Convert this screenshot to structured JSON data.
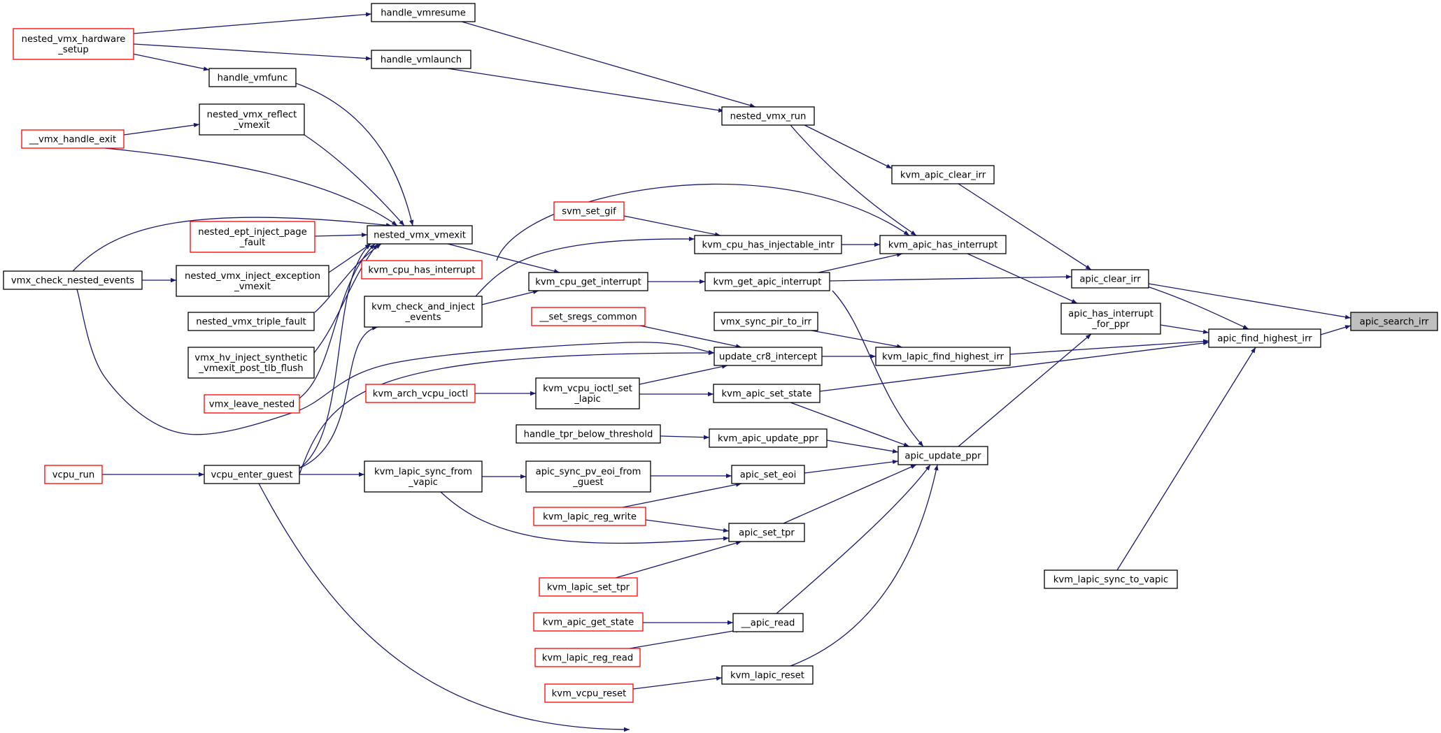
{
  "graph": {
    "edge_color": "#191970",
    "external_node_border": "#ff0000",
    "focus_node_fill": "#bfbfbf",
    "nodes": [
      {
        "id": "apic_search_irr",
        "lines": [
          "apic_search_irr"
        ],
        "style": "focus"
      },
      {
        "id": "apic_find_highest_irr",
        "lines": [
          "apic_find_highest_irr"
        ],
        "style": "normal"
      },
      {
        "id": "apic_clear_irr",
        "lines": [
          "apic_clear_irr"
        ],
        "style": "normal"
      },
      {
        "id": "apic_has_interrupt_for_ppr",
        "lines": [
          "apic_has_interrupt",
          "_for_ppr"
        ],
        "style": "normal"
      },
      {
        "id": "kvm_lapic_find_highest_irr",
        "lines": [
          "kvm_lapic_find_highest_irr"
        ],
        "style": "normal"
      },
      {
        "id": "kvm_apic_set_state",
        "lines": [
          "kvm_apic_set_state"
        ],
        "style": "normal"
      },
      {
        "id": "kvm_lapic_sync_to_vapic",
        "lines": [
          "kvm_lapic_sync_to_vapic"
        ],
        "style": "normal"
      },
      {
        "id": "kvm_apic_clear_irr",
        "lines": [
          "kvm_apic_clear_irr"
        ],
        "style": "normal"
      },
      {
        "id": "kvm_apic_has_interrupt",
        "lines": [
          "kvm_apic_has_interrupt"
        ],
        "style": "normal"
      },
      {
        "id": "kvm_get_apic_interrupt",
        "lines": [
          "kvm_get_apic_interrupt"
        ],
        "style": "normal"
      },
      {
        "id": "apic_update_ppr",
        "lines": [
          "apic_update_ppr"
        ],
        "style": "normal"
      },
      {
        "id": "nested_vmx_run",
        "lines": [
          "nested_vmx_run"
        ],
        "style": "normal"
      },
      {
        "id": "kvm_cpu_has_injectable_intr",
        "lines": [
          "kvm_cpu_has_injectable_intr"
        ],
        "style": "normal"
      },
      {
        "id": "kvm_cpu_get_interrupt",
        "lines": [
          "kvm_cpu_get_interrupt"
        ],
        "style": "normal"
      },
      {
        "id": "vmx_sync_pir_to_irr",
        "lines": [
          "vmx_sync_pir_to_irr"
        ],
        "style": "normal"
      },
      {
        "id": "update_cr8_intercept",
        "lines": [
          "update_cr8_intercept"
        ],
        "style": "normal"
      },
      {
        "id": "kvm_vcpu_ioctl_set_lapic",
        "lines": [
          "kvm_vcpu_ioctl_set",
          "_lapic"
        ],
        "style": "normal"
      },
      {
        "id": "kvm_apic_update_ppr",
        "lines": [
          "kvm_apic_update_ppr"
        ],
        "style": "normal"
      },
      {
        "id": "apic_set_eoi",
        "lines": [
          "apic_set_eoi"
        ],
        "style": "normal"
      },
      {
        "id": "apic_set_tpr",
        "lines": [
          "apic_set_tpr"
        ],
        "style": "normal"
      },
      {
        "id": "__apic_read",
        "lines": [
          "__apic_read"
        ],
        "style": "normal"
      },
      {
        "id": "kvm_lapic_reset",
        "lines": [
          "kvm_lapic_reset"
        ],
        "style": "normal"
      },
      {
        "id": "handle_vmresume",
        "lines": [
          "handle_vmresume"
        ],
        "style": "normal"
      },
      {
        "id": "handle_vmlaunch",
        "lines": [
          "handle_vmlaunch"
        ],
        "style": "normal"
      },
      {
        "id": "svm_set_gif",
        "lines": [
          "svm_set_gif"
        ],
        "style": "external"
      },
      {
        "id": "nested_vmx_vmexit",
        "lines": [
          "nested_vmx_vmexit"
        ],
        "style": "normal"
      },
      {
        "id": "kvm_cpu_has_interrupt",
        "lines": [
          "kvm_cpu_has_interrupt"
        ],
        "style": "external"
      },
      {
        "id": "kvm_check_and_inject_events",
        "lines": [
          "kvm_check_and_inject",
          "_events"
        ],
        "style": "normal"
      },
      {
        "id": "__set_sregs_common",
        "lines": [
          "__set_sregs_common"
        ],
        "style": "external"
      },
      {
        "id": "kvm_arch_vcpu_ioctl",
        "lines": [
          "kvm_arch_vcpu_ioctl"
        ],
        "style": "external"
      },
      {
        "id": "handle_tpr_below_threshold",
        "lines": [
          "handle_tpr_below_threshold"
        ],
        "style": "normal"
      },
      {
        "id": "apic_sync_pv_eoi_from_guest",
        "lines": [
          "apic_sync_pv_eoi_from",
          "_guest"
        ],
        "style": "normal"
      },
      {
        "id": "kvm_lapic_reg_write",
        "lines": [
          "kvm_lapic_reg_write"
        ],
        "style": "external"
      },
      {
        "id": "kvm_lapic_set_tpr",
        "lines": [
          "kvm_lapic_set_tpr"
        ],
        "style": "external"
      },
      {
        "id": "kvm_apic_get_state",
        "lines": [
          "kvm_apic_get_state"
        ],
        "style": "external"
      },
      {
        "id": "kvm_lapic_reg_read",
        "lines": [
          "kvm_lapic_reg_read"
        ],
        "style": "external"
      },
      {
        "id": "kvm_vcpu_reset",
        "lines": [
          "kvm_vcpu_reset"
        ],
        "style": "external"
      },
      {
        "id": "kvm_lapic_sync_from_vapic",
        "lines": [
          "kvm_lapic_sync_from",
          "_vapic"
        ],
        "style": "normal"
      },
      {
        "id": "nested_vmx_hardware_setup",
        "lines": [
          "nested_vmx_hardware",
          "_setup"
        ],
        "style": "external"
      },
      {
        "id": "handle_vmfunc",
        "lines": [
          "handle_vmfunc"
        ],
        "style": "normal"
      },
      {
        "id": "nested_vmx_reflect_vmexit",
        "lines": [
          "nested_vmx_reflect",
          "_vmexit"
        ],
        "style": "normal"
      },
      {
        "id": "nested_ept_inject_page_fault",
        "lines": [
          "nested_ept_inject_page",
          "_fault"
        ],
        "style": "external"
      },
      {
        "id": "nested_vmx_inject_exception_vmexit",
        "lines": [
          "nested_vmx_inject_exception",
          "_vmexit"
        ],
        "style": "normal"
      },
      {
        "id": "nested_vmx_triple_fault",
        "lines": [
          "nested_vmx_triple_fault"
        ],
        "style": "normal"
      },
      {
        "id": "vmx_hv_inject_synthetic_vmexit_post_tlb_flush",
        "lines": [
          "vmx_hv_inject_synthetic",
          "_vmexit_post_tlb_flush"
        ],
        "style": "normal"
      },
      {
        "id": "vmx_leave_nested",
        "lines": [
          "vmx_leave_nested"
        ],
        "style": "external"
      },
      {
        "id": "vcpu_enter_guest",
        "lines": [
          "vcpu_enter_guest"
        ],
        "style": "normal"
      },
      {
        "id": "__vmx_handle_exit",
        "lines": [
          "__vmx_handle_exit"
        ],
        "style": "external"
      },
      {
        "id": "vmx_check_nested_events",
        "lines": [
          "vmx_check_nested_events"
        ],
        "style": "normal"
      },
      {
        "id": "vcpu_run",
        "lines": [
          "vcpu_run"
        ],
        "style": "external"
      }
    ],
    "edges": [
      {
        "from": "apic_find_highest_irr",
        "to": "apic_search_irr"
      },
      {
        "from": "apic_clear_irr",
        "to": "apic_search_irr"
      },
      {
        "from": "apic_has_interrupt_for_ppr",
        "to": "apic_find_highest_irr"
      },
      {
        "from": "apic_clear_irr",
        "to": "apic_find_highest_irr"
      },
      {
        "from": "kvm_lapic_find_highest_irr",
        "to": "apic_find_highest_irr"
      },
      {
        "from": "kvm_apic_set_state",
        "to": "apic_find_highest_irr"
      },
      {
        "from": "kvm_lapic_sync_to_vapic",
        "to": "apic_find_highest_irr"
      },
      {
        "from": "kvm_apic_clear_irr",
        "to": "apic_clear_irr"
      },
      {
        "from": "kvm_get_apic_interrupt",
        "to": "apic_clear_irr"
      },
      {
        "from": "kvm_apic_has_interrupt",
        "to": "apic_has_interrupt_for_ppr"
      },
      {
        "from": "apic_update_ppr",
        "to": "apic_has_interrupt_for_ppr"
      },
      {
        "from": "nested_vmx_run",
        "to": "kvm_apic_clear_irr"
      },
      {
        "from": "nested_vmx_run",
        "to": "kvm_apic_has_interrupt"
      },
      {
        "from": "kvm_cpu_has_injectable_intr",
        "to": "kvm_apic_has_interrupt"
      },
      {
        "from": "kvm_get_apic_interrupt",
        "to": "kvm_apic_has_interrupt"
      },
      {
        "from": "kvm_cpu_has_interrupt",
        "to": "kvm_apic_has_interrupt"
      },
      {
        "from": "kvm_cpu_get_interrupt",
        "to": "kvm_get_apic_interrupt"
      },
      {
        "from": "vmx_sync_pir_to_irr",
        "to": "kvm_lapic_find_highest_irr"
      },
      {
        "from": "update_cr8_intercept",
        "to": "kvm_lapic_find_highest_irr"
      },
      {
        "from": "kvm_vcpu_ioctl_set_lapic",
        "to": "kvm_apic_set_state"
      },
      {
        "from": "kvm_get_apic_interrupt",
        "to": "apic_update_ppr"
      },
      {
        "from": "kvm_apic_set_state",
        "to": "apic_update_ppr"
      },
      {
        "from": "kvm_apic_update_ppr",
        "to": "apic_update_ppr"
      },
      {
        "from": "apic_set_eoi",
        "to": "apic_update_ppr"
      },
      {
        "from": "apic_set_tpr",
        "to": "apic_update_ppr"
      },
      {
        "from": "__apic_read",
        "to": "apic_update_ppr"
      },
      {
        "from": "kvm_lapic_reset",
        "to": "apic_update_ppr"
      },
      {
        "from": "handle_vmresume",
        "to": "nested_vmx_run"
      },
      {
        "from": "handle_vmlaunch",
        "to": "nested_vmx_run"
      },
      {
        "from": "svm_set_gif",
        "to": "kvm_cpu_has_injectable_intr"
      },
      {
        "from": "kvm_check_and_inject_events",
        "to": "kvm_cpu_has_injectable_intr"
      },
      {
        "from": "nested_vmx_vmexit",
        "to": "kvm_cpu_get_interrupt"
      },
      {
        "from": "kvm_check_and_inject_events",
        "to": "kvm_cpu_get_interrupt"
      },
      {
        "from": "__set_sregs_common",
        "to": "update_cr8_intercept"
      },
      {
        "from": "kvm_vcpu_ioctl_set_lapic",
        "to": "update_cr8_intercept"
      },
      {
        "from": "vcpu_enter_guest",
        "to": "update_cr8_intercept"
      },
      {
        "from": "kvm_arch_vcpu_ioctl",
        "to": "kvm_vcpu_ioctl_set_lapic"
      },
      {
        "from": "handle_tpr_below_threshold",
        "to": "kvm_apic_update_ppr"
      },
      {
        "from": "apic_sync_pv_eoi_from_guest",
        "to": "apic_set_eoi"
      },
      {
        "from": "kvm_lapic_reg_write",
        "to": "apic_set_eoi"
      },
      {
        "from": "kvm_lapic_reg_write",
        "to": "apic_set_tpr"
      },
      {
        "from": "kvm_lapic_set_tpr",
        "to": "apic_set_tpr"
      },
      {
        "from": "kvm_lapic_sync_from_vapic",
        "to": "apic_set_tpr"
      },
      {
        "from": "kvm_apic_get_state",
        "to": "__apic_read"
      },
      {
        "from": "kvm_lapic_reg_read",
        "to": "__apic_read"
      },
      {
        "from": "kvm_vcpu_reset",
        "to": "kvm_lapic_reset"
      },
      {
        "from": "kvm_lapic_sync_from_vapic",
        "to": "apic_sync_pv_eoi_from_guest"
      },
      {
        "from": "vcpu_enter_guest",
        "to": "kvm_lapic_sync_to_vapic"
      },
      {
        "from": "vcpu_enter_guest",
        "to": "kvm_check_and_inject_events"
      },
      {
        "from": "vcpu_enter_guest",
        "to": "kvm_lapic_sync_from_vapic"
      },
      {
        "from": "nested_vmx_hardware_setup",
        "to": "handle_vmresume"
      },
      {
        "from": "nested_vmx_hardware_setup",
        "to": "handle_vmlaunch"
      },
      {
        "from": "nested_vmx_hardware_setup",
        "to": "handle_vmfunc"
      },
      {
        "from": "handle_vmfunc",
        "to": "nested_vmx_vmexit"
      },
      {
        "from": "nested_vmx_reflect_vmexit",
        "to": "nested_vmx_vmexit"
      },
      {
        "from": "__vmx_handle_exit",
        "to": "nested_vmx_reflect_vmexit"
      },
      {
        "from": "__vmx_handle_exit",
        "to": "nested_vmx_vmexit"
      },
      {
        "from": "vmx_check_nested_events",
        "to": "nested_vmx_vmexit"
      },
      {
        "from": "nested_ept_inject_page_fault",
        "to": "nested_vmx_vmexit"
      },
      {
        "from": "nested_vmx_inject_exception_vmexit",
        "to": "nested_vmx_vmexit"
      },
      {
        "from": "nested_vmx_triple_fault",
        "to": "nested_vmx_vmexit"
      },
      {
        "from": "vmx_hv_inject_synthetic_vmexit_post_tlb_flush",
        "to": "nested_vmx_vmexit"
      },
      {
        "from": "vmx_leave_nested",
        "to": "nested_vmx_vmexit"
      },
      {
        "from": "vcpu_enter_guest",
        "to": "nested_vmx_vmexit"
      },
      {
        "from": "vmx_check_nested_events",
        "to": "nested_vmx_inject_exception_vmexit"
      },
      {
        "from": "vmx_check_nested_events",
        "to": "update_cr8_intercept"
      },
      {
        "from": "vcpu_run",
        "to": "vcpu_enter_guest"
      }
    ]
  }
}
